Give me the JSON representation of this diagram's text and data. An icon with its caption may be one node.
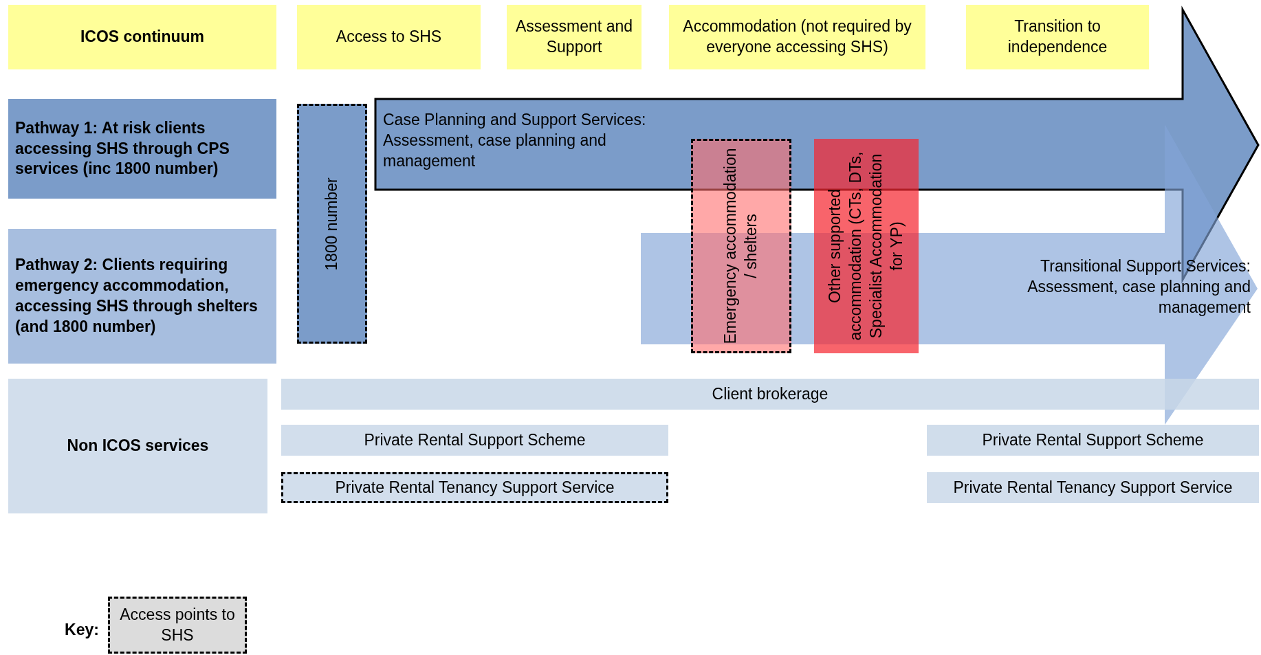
{
  "diagram": {
    "nodes": [
      {
        "text": [
          "ICOS continuum"
        ]
      },
      {
        "text": [
          "Access to SHS"
        ]
      },
      {
        "text": [
          "Assessment and Support"
        ]
      },
      {
        "text": [
          "Accommodation (not required by everyone accessing SHS)"
        ]
      },
      {
        "text": [
          "Transition to independence"
        ]
      },
      {
        "text": [
          "Pathway 1: At risk clients accessing SHS through CPS services (inc 1800 number)"
        ]
      },
      {
        "text": [
          "Pathway 2: Clients requiring emergency accommodation, accessing SHS through shelters (and 1800 number)"
        ]
      },
      {
        "text": [
          "1800 number"
        ]
      },
      {
        "text": [
          "Case Planning and Support Services: Assessment, case planning and management"
        ]
      },
      {
        "text": [
          "Transitional Support Services: Assessment, case planning and management"
        ]
      },
      {
        "text": [
          "Emergency accommodation / shelters"
        ],
        "in": 9
      },
      {
        "text": [
          "Other supported accommodation (CTs, DTs, Specialist Accommodation for YP)"
        ],
        "in": 9
      },
      {
        "text": [
          "Non ICOS services"
        ]
      },
      {
        "text": [
          "Client brokerage"
        ]
      },
      {
        "text": [
          "Private Rental Support Scheme"
        ]
      },
      {
        "text": [
          "Private Rental Tenancy Support Service"
        ]
      },
      {
        "text": [
          "Private Rental Support Scheme"
        ]
      },
      {
        "text": [
          "Private Rental Tenancy Support Service"
        ]
      }
    ],
    "edges": [],
    "labels": [
      "Key:"
    ],
    "legend": [
      {
        "text": "Access points to SHS"
      }
    ]
  }
}
